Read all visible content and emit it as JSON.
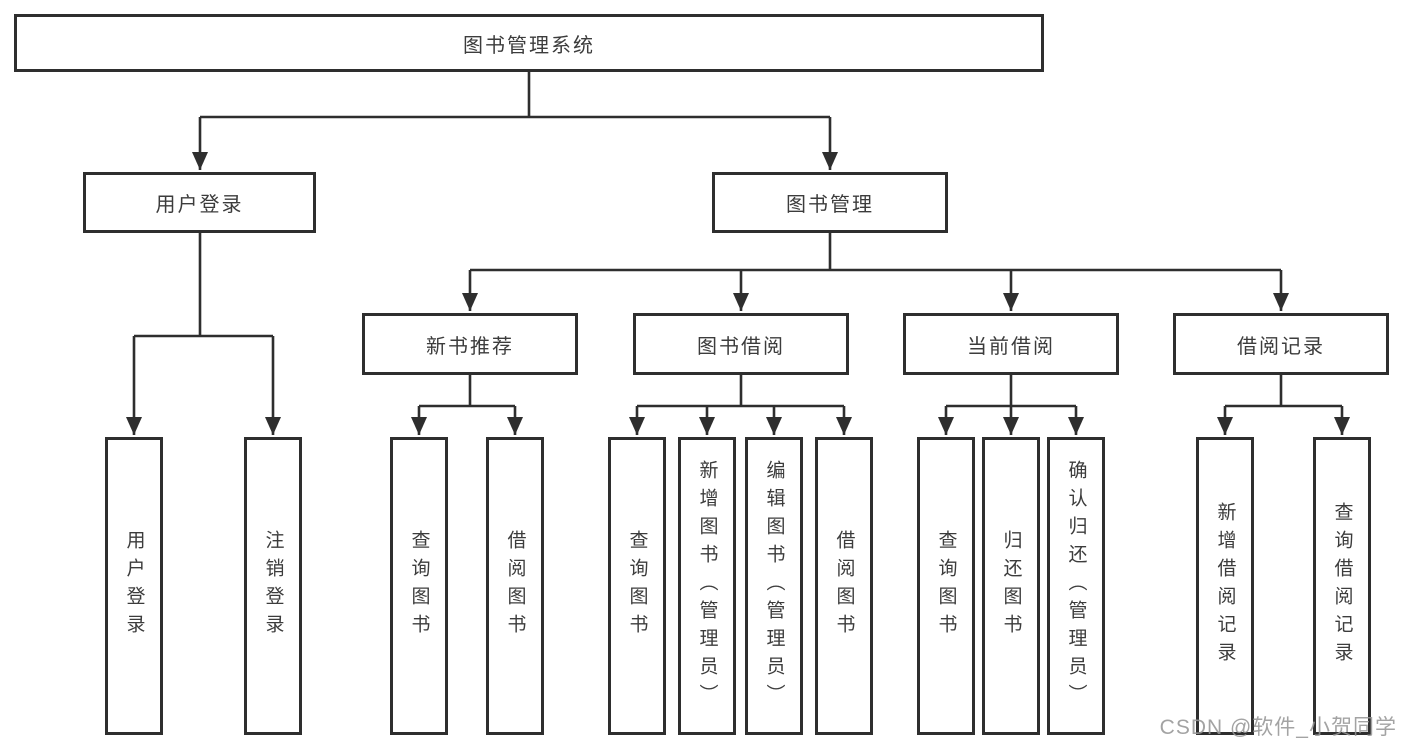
{
  "colors": {
    "background": "#ffffff",
    "line": "#2e2e2e",
    "box_border": "#2e2e2e",
    "text": "#3c3c3c",
    "watermark": "#969696"
  },
  "watermark": {
    "text": "CSDN @软件_小贺同学"
  },
  "diagram": {
    "type": "hierarchy-tree",
    "root": {
      "label": "图书管理系统"
    },
    "level2": [
      {
        "label": "用户登录",
        "children": [
          {
            "label": "用户登录"
          },
          {
            "label": "注销登录"
          }
        ]
      },
      {
        "label": "图书管理",
        "children": [
          {
            "label": "新书推荐",
            "children": [
              {
                "label": "查询图书"
              },
              {
                "label": "借阅图书"
              }
            ]
          },
          {
            "label": "图书借阅",
            "children": [
              {
                "label": "查询图书"
              },
              {
                "label": "新增图书（管理员）"
              },
              {
                "label": "编辑图书（管理员）"
              },
              {
                "label": "借阅图书"
              }
            ]
          },
          {
            "label": "当前借阅",
            "children": [
              {
                "label": "查询图书"
              },
              {
                "label": "归还图书"
              },
              {
                "label": "确认归还（管理员）"
              }
            ]
          },
          {
            "label": "借阅记录",
            "children": [
              {
                "label": "新增借阅记录"
              },
              {
                "label": "查询借阅记录"
              }
            ]
          }
        ]
      }
    ]
  }
}
